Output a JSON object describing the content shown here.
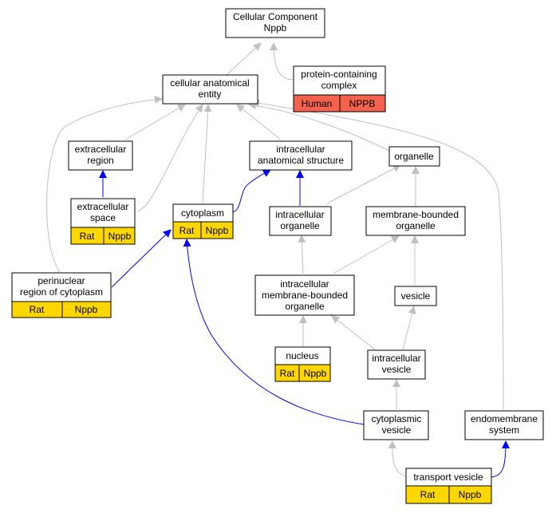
{
  "colors": {
    "node_fill": "#ffffff",
    "node_stroke": "#000000",
    "rat_fill": "#ffd700",
    "human_fill": "#f4614d",
    "edge_gray": "#c0c0c0",
    "edge_blue": "#0000ff"
  },
  "nodes": {
    "cellular_component": {
      "line1": "Cellular Component",
      "line2": "Nppb"
    },
    "cellular_anatomical_entity": {
      "line1": "cellular anatomical",
      "line2": "entity"
    },
    "protein_containing_complex": {
      "line1": "protein-containing",
      "line2": "complex",
      "species": "Human",
      "gene": "NPPB"
    },
    "extracellular_region": {
      "line1": "extracellular",
      "line2": "region"
    },
    "intracellular_anatomical_structure": {
      "line1": "intracellular",
      "line2": "anatomical structure"
    },
    "organelle": {
      "line1": "organelle"
    },
    "extracellular_space": {
      "line1": "extracellular",
      "line2": "space",
      "species": "Rat",
      "gene": "Nppb"
    },
    "cytoplasm": {
      "line1": "cytoplasm",
      "species": "Rat",
      "gene": "Nppb"
    },
    "intracellular_organelle": {
      "line1": "intracellular",
      "line2": "organelle"
    },
    "membrane_bounded_organelle": {
      "line1": "membrane-bounded",
      "line2": "organelle"
    },
    "perinuclear_region": {
      "line1": "perinuclear",
      "line2": "region of cytoplasm",
      "species": "Rat",
      "gene": "Nppb"
    },
    "intracellular_membrane_bounded_organelle": {
      "line1": "intracellular",
      "line2": "membrane-bounded",
      "line3": "organelle"
    },
    "vesicle": {
      "line1": "vesicle"
    },
    "nucleus": {
      "line1": "nucleus",
      "species": "Rat",
      "gene": "Nppb"
    },
    "intracellular_vesicle": {
      "line1": "intracellular",
      "line2": "vesicle"
    },
    "cytoplasmic_vesicle": {
      "line1": "cytoplasmic",
      "line2": "vesicle"
    },
    "endomembrane_system": {
      "line1": "endomembrane",
      "line2": "system"
    },
    "transport_vesicle": {
      "line1": "transport vesicle",
      "species": "Rat",
      "gene": "Nppb"
    }
  }
}
